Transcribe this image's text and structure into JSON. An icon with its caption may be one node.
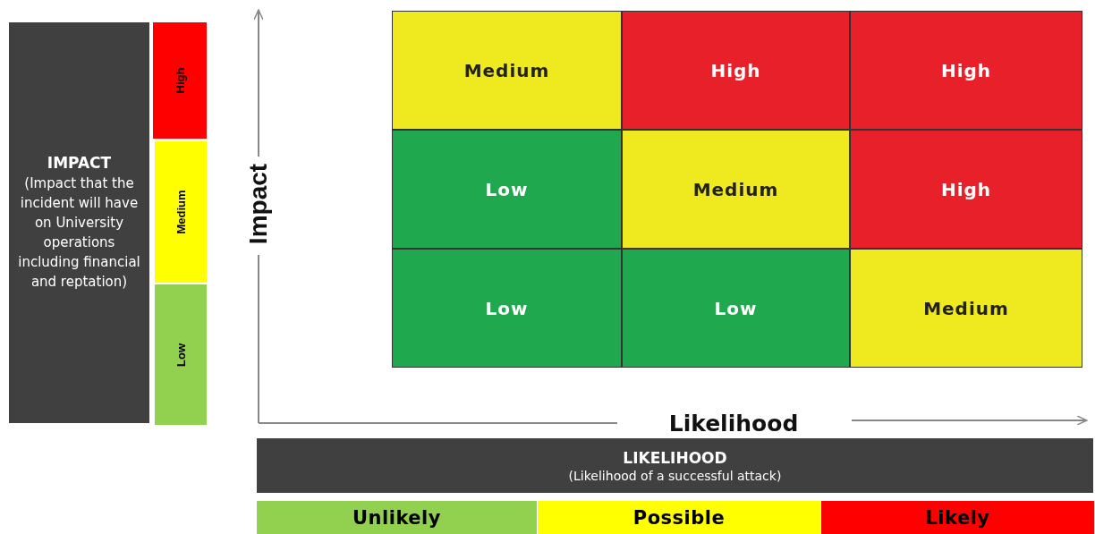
{
  "diagram": {
    "nodes": [
      {
        "text": [
          "IMPACT",
          "(Impact that the incident will have on University operations including financial and reptation)"
        ]
      },
      {
        "text": [
          "High"
        ]
      },
      {
        "text": [
          "Medium"
        ]
      },
      {
        "text": [
          "Low"
        ]
      },
      {
        "text": [
          "Medium"
        ]
      },
      {
        "text": [
          "High"
        ]
      },
      {
        "text": [
          "High"
        ]
      },
      {
        "text": [
          "Low"
        ]
      },
      {
        "text": [
          "Medium"
        ]
      },
      {
        "text": [
          "High"
        ]
      },
      {
        "text": [
          "Low"
        ]
      },
      {
        "text": [
          "Low"
        ]
      },
      {
        "text": [
          "Medium"
        ]
      },
      {
        "text": [
          "LIKELIHOOD",
          "(Likelihood of a successful attack)"
        ]
      },
      {
        "text": [
          "Unlikely"
        ]
      },
      {
        "text": [
          "Possible"
        ]
      },
      {
        "text": [
          "Likely"
        ]
      }
    ],
    "edges": [],
    "labels": [
      "Impact",
      "Likelihood"
    ]
  }
}
